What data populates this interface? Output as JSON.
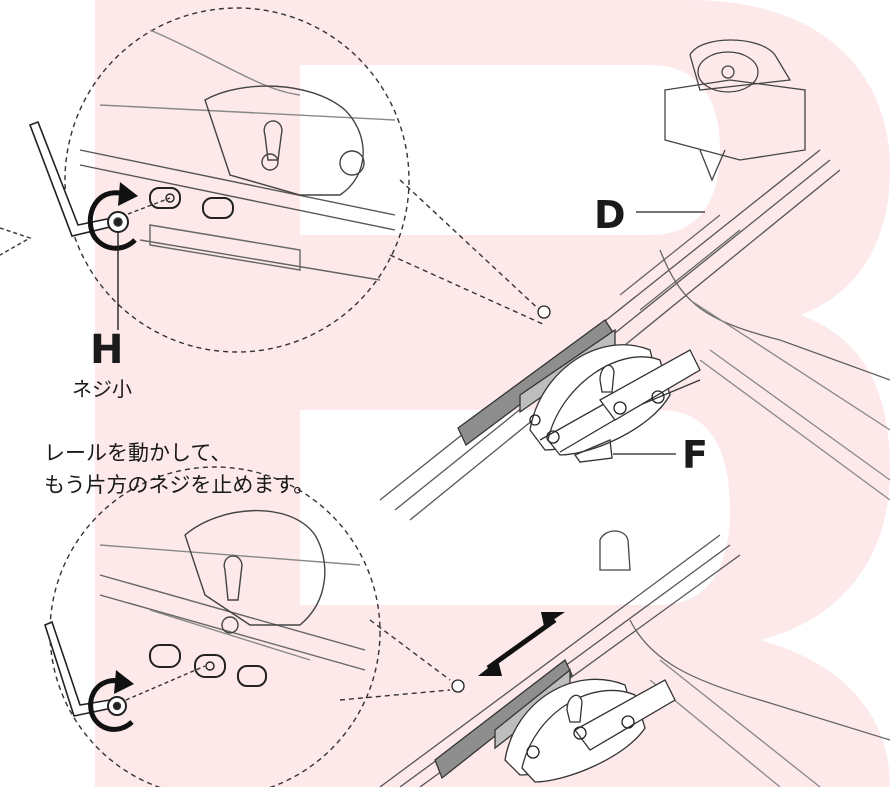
{
  "labels": {
    "h": "H",
    "h_sub": "ネジ小",
    "d": "D",
    "f": "F"
  },
  "instruction": {
    "line1": "レールを動かして、",
    "line2": "もう片方のネジを止めます。"
  },
  "colors": {
    "watermark": "#fde8ea",
    "ink": "#1a1a1a",
    "line": "#4a4a4a"
  }
}
